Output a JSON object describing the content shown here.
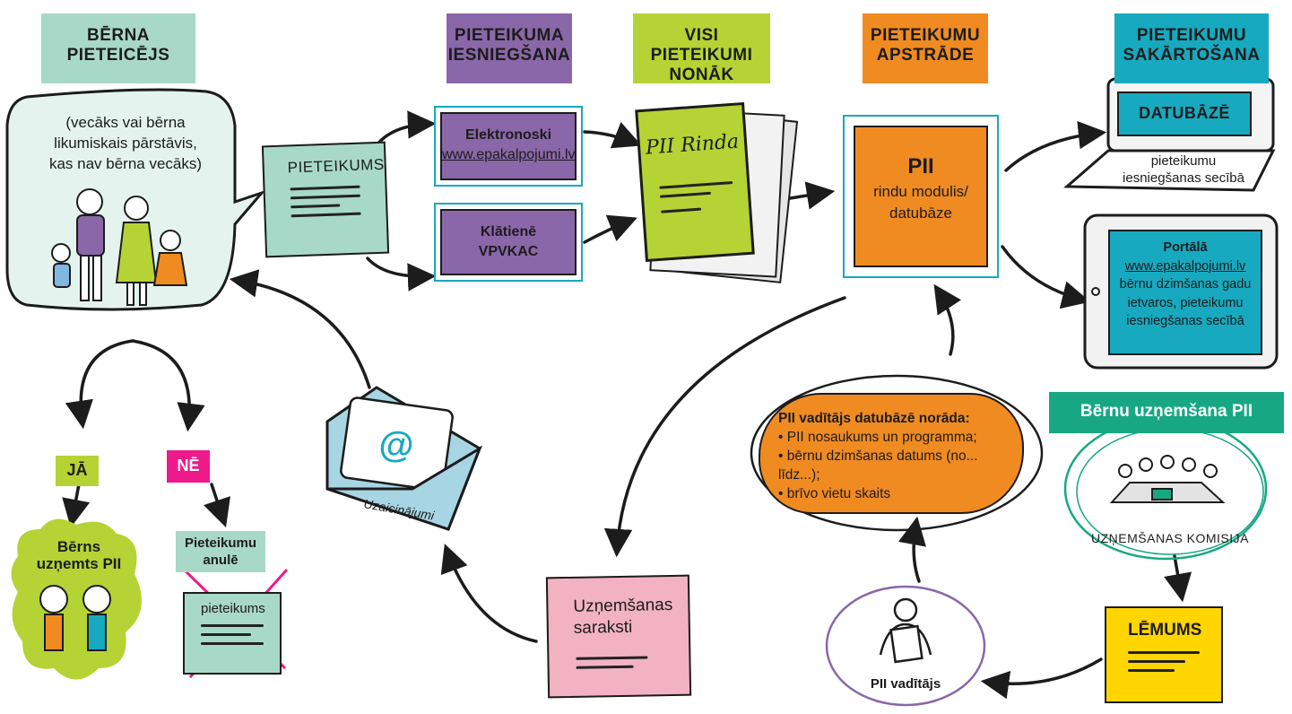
{
  "headers": {
    "applicant": [
      "BĒRNA",
      "PIETEICĒJS"
    ],
    "submission": [
      "PIETEIKUMA",
      "IESNIEGŠANA"
    ],
    "all_arrive": [
      "VISI PIETEIKUMI",
      "NONĀK"
    ],
    "processing": [
      "PIETEIKUMU",
      "APSTRĀDE"
    ],
    "ordering": [
      "PIETEIKUMU",
      "SAKĀRTOŠANA"
    ]
  },
  "applicant_bubble": [
    "(vecāks vai bērna",
    "likumiskais pārstāvis,",
    "kas nav bērna vecāks)"
  ],
  "application_note": "PIETEIKUMS",
  "electronic": {
    "title": "Elektronoski",
    "link": "www.epakalpojumi.lv"
  },
  "in_person": {
    "title": "Klātienē",
    "place": "VPVKAC"
  },
  "queue_folder": "PII Rinda",
  "module": {
    "title": "PII",
    "line1": "rindu modulis/",
    "line2": "datubāze"
  },
  "database": {
    "screen": "DATUBĀZĒ",
    "caption1": "pieteikumu",
    "caption2": "iesniegšanas secībā"
  },
  "portal": {
    "title": "Portālā",
    "link": "www.epakalpojumi.lv",
    "lines": [
      "bērnu dzimšanas gadu",
      "ietvaros, pieteikumu",
      "iesniegšanas secībā"
    ]
  },
  "head_input": {
    "title": "PII vadītājs datubāzē norāda:",
    "items": [
      "PII nosaukums un programma;",
      "bērnu dzimšanas datums (no... līdz...);",
      "brīvo vietu skaits"
    ]
  },
  "admission": {
    "label": "Bērnu uzņemšana PII",
    "commission": "UZŅEMŠANAS KOMISIJA",
    "decision": "LĒMUMS",
    "head": "PII vadītājs"
  },
  "lists_note": [
    "Uzņemšanas",
    "saraksti"
  ],
  "invitations": "Uzaicinājumi",
  "email_symbol": "@",
  "answers": {
    "yes": "JĀ",
    "no": "NĒ"
  },
  "admitted": [
    "Bērns",
    "uzņemts PII"
  ],
  "cancelled": {
    "label": [
      "Pieteikumu",
      "anulē"
    ],
    "note": "pieteikums"
  },
  "colors": {
    "mint": "#a8d8c8",
    "purple": "#8a67a8",
    "lime": "#b5d334",
    "orange": "#f08b21",
    "teal": "#17a9bf",
    "green": "#17a883",
    "pink": "#ee1a8a",
    "rose": "#f2b2c2",
    "yellow": "#ffd500",
    "lightblue": "#a8d5e3"
  }
}
